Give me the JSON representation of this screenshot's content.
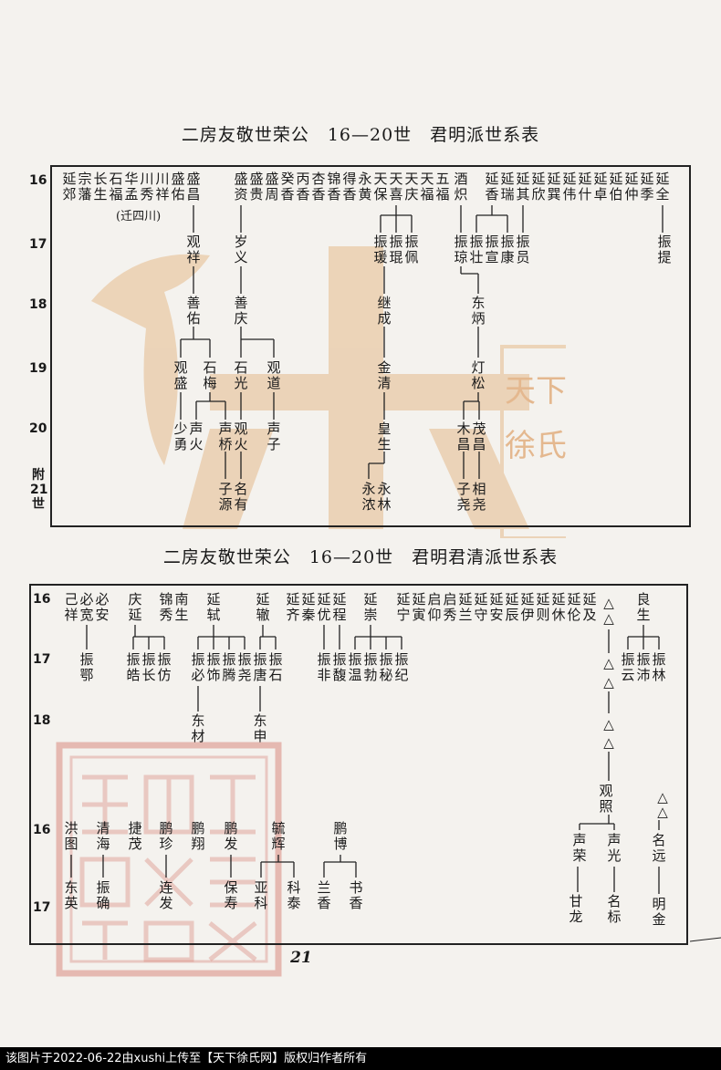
{
  "table1": {
    "title": "二房友敬世荣公　16—20世　君明派世系表",
    "gens": [
      "16",
      "17",
      "18",
      "19",
      "20",
      "附\n21\n世"
    ],
    "note": "(迁四川)",
    "names": [
      "延郊",
      "宗藩",
      "长生",
      "石福",
      "华孟",
      "川秀",
      "川祥",
      "盛佑",
      "盛昌",
      "观祥",
      "善佑",
      "观盛",
      "石梅",
      "少勇",
      "声火",
      "盛资",
      "盛贵",
      "盛周",
      "岁义",
      "善庆",
      "石光",
      "观道",
      "观火",
      "声子",
      "声桥",
      "子源",
      "名有",
      "癸香",
      "丙香",
      "杏香",
      "锦香",
      "得香",
      "永黄",
      "天保",
      "天喜",
      "天庆",
      "天福",
      "五福",
      "振瑗",
      "振琨",
      "振佩",
      "继成",
      "金清",
      "皇生",
      "永浓",
      "永林",
      "酒炽",
      "延香",
      "延瑞",
      "延其",
      "延欣",
      "延巽",
      "延伟",
      "延什",
      "延卓",
      "延伯",
      "延仲",
      "延季",
      "延全",
      "振琼",
      "振壮",
      "振宣",
      "振康",
      "振员",
      "振提",
      "东炳",
      "灯松",
      "木昌",
      "茂昌",
      "子尧",
      "相尧"
    ]
  },
  "table2": {
    "title": "二房友敬世荣公　16—20世　君明君清派世系表",
    "gens_top": [
      "16",
      "17",
      "18"
    ],
    "gens_bottom": [
      "16",
      "17"
    ],
    "names": [
      "己祥",
      "必宽",
      "必安",
      "振鄂",
      "庆延",
      "振皓",
      "振长",
      "振仿",
      "锦秀",
      "南生",
      "延轼",
      "振必",
      "振饰",
      "振腾",
      "振尧",
      "东材",
      "延辙",
      "振唐",
      "振石",
      "东申",
      "延齐",
      "延秦",
      "延优",
      "延程",
      "振非",
      "振馥",
      "延崇",
      "振温",
      "振勃",
      "振秘",
      "振纪",
      "延宁",
      "延寅",
      "启仰",
      "启秀",
      "延兰",
      "延守",
      "延安",
      "延辰",
      "延伊",
      "延则",
      "延休",
      "延伦",
      "延及",
      "△",
      "△",
      "△",
      "△",
      "△",
      "△",
      "良生",
      "振云",
      "振沛",
      "振林",
      "观照",
      "声荣",
      "声光",
      "甘龙",
      "名标",
      "△",
      "△",
      "名远",
      "明金",
      "洪图",
      "清海",
      "捷茂",
      "鹏珍",
      "鹏翔",
      "鹏发",
      "毓辉",
      "鹏博",
      "东英",
      "振确",
      "连发",
      "保寿",
      "亚科",
      "科泰",
      "兰香",
      "书香"
    ]
  },
  "page_number": "21",
  "footer": "该图片于2022-06-22由xushi上传至【天下徐氏网】版权归作者所有",
  "watermark": "天下徐氏",
  "colors": {
    "ink": "#1a1a1a",
    "paper": "#f4f2ee",
    "watermark": "#e9c9a6",
    "seal": "#d98a80"
  }
}
